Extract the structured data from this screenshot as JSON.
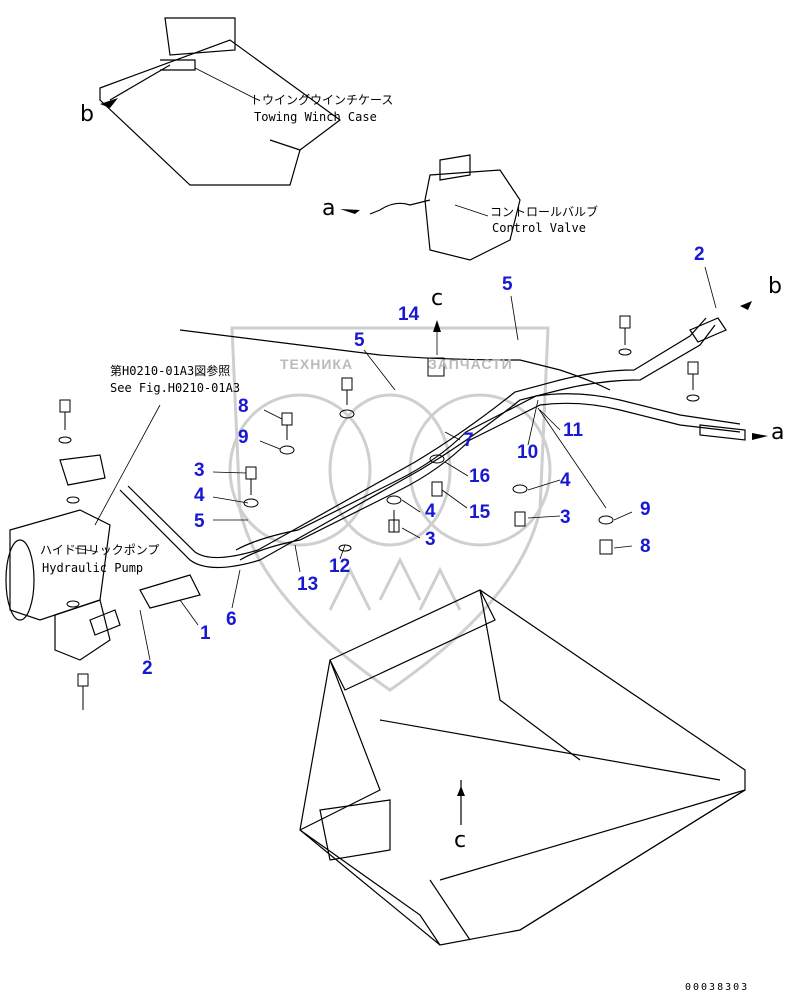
{
  "components": {
    "towing_winch_case": {
      "jp": "トウイングウインチケース",
      "en": "Towing Winch Case"
    },
    "control_valve": {
      "jp": "コントロールバルブ",
      "en": "Control Valve"
    },
    "hydraulic_pump": {
      "jp": "ハイドロリックポンプ",
      "en": "Hydraulic Pump"
    },
    "reference": {
      "jp": "第H0210-01A3図参照",
      "en": "See Fig.H0210-01A3"
    }
  },
  "connection_letters": {
    "a1": "a",
    "a2": "a",
    "b1": "b",
    "b2": "b",
    "c1": "c",
    "c2": "c"
  },
  "part_callouts": {
    "p1": "1",
    "p2a": "2",
    "p2b": "2",
    "p3a": "3",
    "p3b": "3",
    "p3c": "3",
    "p4a": "4",
    "p4b": "4",
    "p4c": "4",
    "p5a": "5",
    "p5b": "5",
    "p5c": "5",
    "p6": "6",
    "p7": "7",
    "p8a": "8",
    "p8b": "8",
    "p9a": "9",
    "p9b": "9",
    "p10": "10",
    "p11": "11",
    "p12": "12",
    "p13": "13",
    "p14": "14",
    "p15": "15",
    "p16": "16"
  },
  "watermark": {
    "left": "ТЕХНИКА",
    "right": "ЗАПЧАСТИ"
  },
  "document_id": "00038303",
  "colors": {
    "callout": "#1818d0",
    "line": "#000000",
    "watermark": "#bbbbbb"
  }
}
